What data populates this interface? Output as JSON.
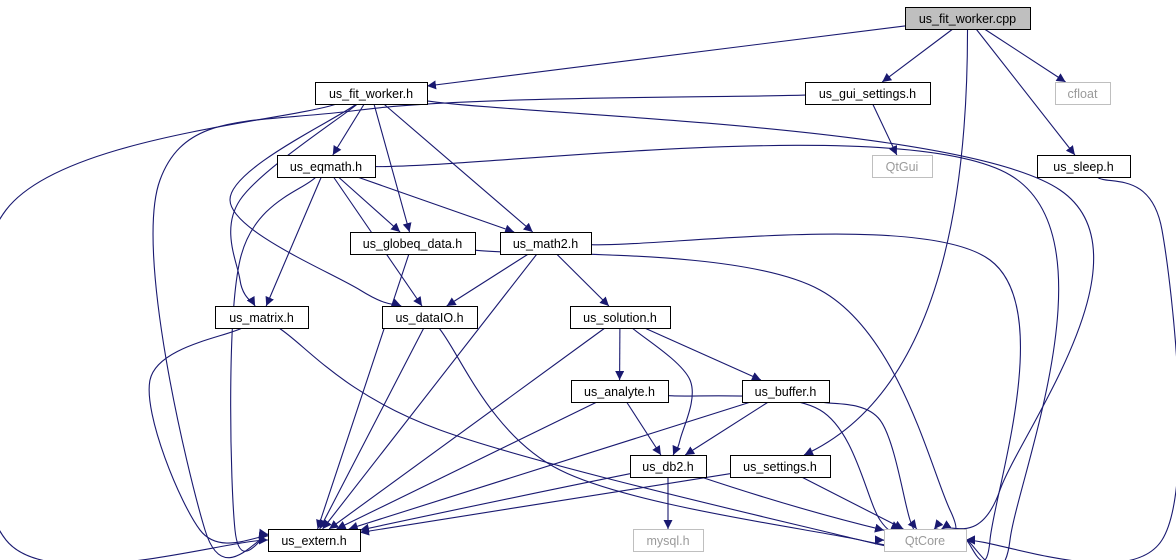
{
  "colors": {
    "edge": "#191970",
    "root_fill": "#bfbfbf",
    "node_fill": "#ffffff",
    "node_border": "#000000",
    "external_border": "#bfbfbf",
    "external_text": "#9a9a9a",
    "text": "#000000"
  },
  "nodes": {
    "us_fit_worker_cpp": {
      "label": "us_fit_worker.cpp",
      "kind": "root"
    },
    "us_fit_worker_h": {
      "label": "us_fit_worker.h",
      "kind": "normal"
    },
    "us_gui_settings_h": {
      "label": "us_gui_settings.h",
      "kind": "normal"
    },
    "cfloat": {
      "label": "cfloat",
      "kind": "external"
    },
    "qtgui": {
      "label": "QtGui",
      "kind": "external"
    },
    "us_sleep_h": {
      "label": "us_sleep.h",
      "kind": "normal"
    },
    "us_eqmath_h": {
      "label": "us_eqmath.h",
      "kind": "normal"
    },
    "us_globeq_data_h": {
      "label": "us_globeq_data.h",
      "kind": "normal"
    },
    "us_math2_h": {
      "label": "us_math2.h",
      "kind": "normal"
    },
    "us_matrix_h": {
      "label": "us_matrix.h",
      "kind": "normal"
    },
    "us_dataio_h": {
      "label": "us_dataIO.h",
      "kind": "normal"
    },
    "us_solution_h": {
      "label": "us_solution.h",
      "kind": "normal"
    },
    "us_analyte_h": {
      "label": "us_analyte.h",
      "kind": "normal"
    },
    "us_buffer_h": {
      "label": "us_buffer.h",
      "kind": "normal"
    },
    "us_db2_h": {
      "label": "us_db2.h",
      "kind": "normal"
    },
    "us_settings_h": {
      "label": "us_settings.h",
      "kind": "normal"
    },
    "us_extern_h": {
      "label": "us_extern.h",
      "kind": "normal"
    },
    "mysql_h": {
      "label": "mysql.h",
      "kind": "external"
    },
    "qtcore": {
      "label": "QtCore",
      "kind": "external"
    }
  },
  "edges": [
    [
      "us_fit_worker_cpp",
      "us_fit_worker_h"
    ],
    [
      "us_fit_worker_cpp",
      "us_gui_settings_h"
    ],
    [
      "us_fit_worker_cpp",
      "cfloat"
    ],
    [
      "us_fit_worker_cpp",
      "us_sleep_h"
    ],
    [
      "us_fit_worker_cpp",
      "us_settings_h"
    ],
    [
      "us_fit_worker_h",
      "us_eqmath_h"
    ],
    [
      "us_fit_worker_h",
      "us_globeq_data_h"
    ],
    [
      "us_fit_worker_h",
      "us_math2_h"
    ],
    [
      "us_fit_worker_h",
      "us_matrix_h"
    ],
    [
      "us_fit_worker_h",
      "us_dataio_h"
    ],
    [
      "us_fit_worker_h",
      "us_extern_h"
    ],
    [
      "us_fit_worker_h",
      "qtcore"
    ],
    [
      "us_gui_settings_h",
      "qtgui"
    ],
    [
      "us_gui_settings_h",
      "us_extern_h"
    ],
    [
      "us_sleep_h",
      "qtcore"
    ],
    [
      "us_eqmath_h",
      "us_globeq_data_h"
    ],
    [
      "us_eqmath_h",
      "us_math2_h"
    ],
    [
      "us_eqmath_h",
      "us_matrix_h"
    ],
    [
      "us_eqmath_h",
      "us_dataio_h"
    ],
    [
      "us_eqmath_h",
      "us_extern_h"
    ],
    [
      "us_eqmath_h",
      "qtcore"
    ],
    [
      "us_globeq_data_h",
      "us_extern_h"
    ],
    [
      "us_globeq_data_h",
      "qtcore"
    ],
    [
      "us_math2_h",
      "us_dataio_h"
    ],
    [
      "us_math2_h",
      "us_solution_h"
    ],
    [
      "us_math2_h",
      "us_extern_h"
    ],
    [
      "us_math2_h",
      "qtcore"
    ],
    [
      "us_matrix_h",
      "us_extern_h"
    ],
    [
      "us_matrix_h",
      "qtcore"
    ],
    [
      "us_dataio_h",
      "us_extern_h"
    ],
    [
      "us_dataio_h",
      "qtcore"
    ],
    [
      "us_solution_h",
      "us_analyte_h"
    ],
    [
      "us_solution_h",
      "us_buffer_h"
    ],
    [
      "us_solution_h",
      "us_db2_h"
    ],
    [
      "us_solution_h",
      "us_extern_h"
    ],
    [
      "us_analyte_h",
      "us_db2_h"
    ],
    [
      "us_analyte_h",
      "us_extern_h"
    ],
    [
      "us_analyte_h",
      "qtcore"
    ],
    [
      "us_buffer_h",
      "us_db2_h"
    ],
    [
      "us_buffer_h",
      "us_extern_h"
    ],
    [
      "us_buffer_h",
      "qtcore"
    ],
    [
      "us_db2_h",
      "mysql_h"
    ],
    [
      "us_db2_h",
      "us_extern_h"
    ],
    [
      "us_db2_h",
      "qtcore"
    ],
    [
      "us_settings_h",
      "us_extern_h"
    ],
    [
      "us_settings_h",
      "qtcore"
    ]
  ]
}
